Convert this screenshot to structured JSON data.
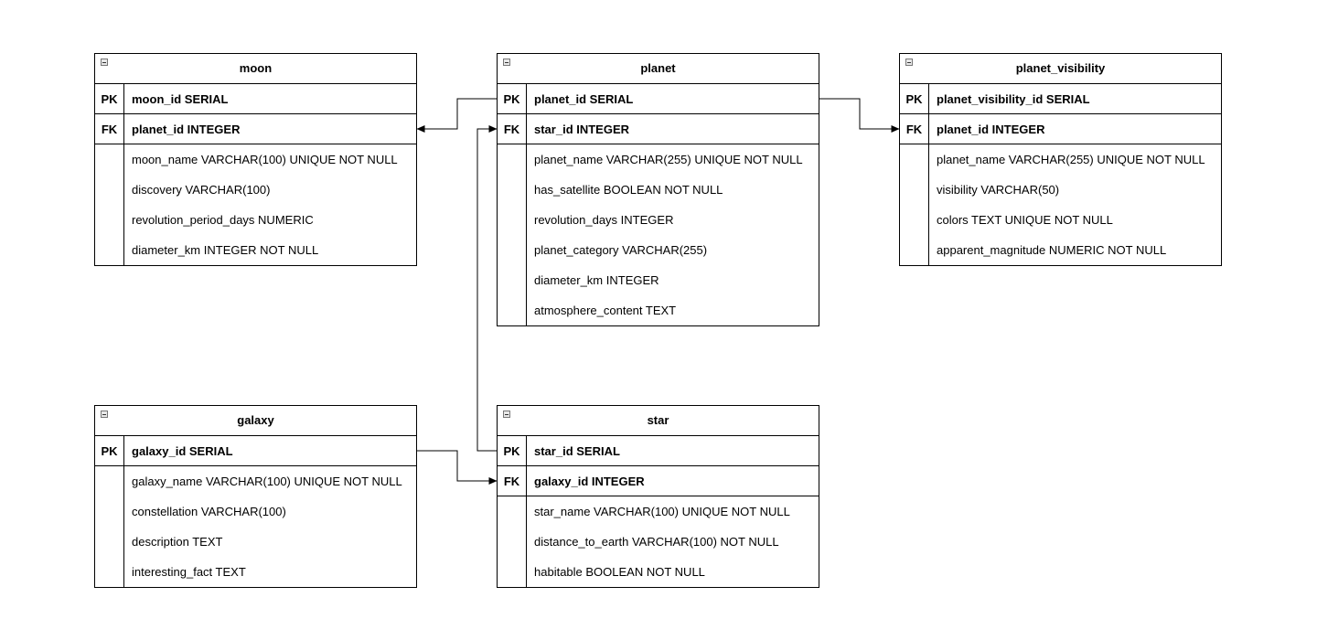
{
  "tables": [
    {
      "id": "moon",
      "name": "moon",
      "keys": [
        {
          "key": "PK",
          "field": "moon_id SERIAL"
        },
        {
          "key": "FK",
          "field": "planet_id INTEGER"
        }
      ],
      "attrs": [
        "moon_name VARCHAR(100) UNIQUE NOT NULL",
        "discovery VARCHAR(100)",
        "revolution_period_days NUMERIC",
        "diameter_km INTEGER NOT NULL"
      ]
    },
    {
      "id": "planet",
      "name": "planet",
      "keys": [
        {
          "key": "PK",
          "field": "planet_id SERIAL"
        },
        {
          "key": "FK",
          "field": "star_id INTEGER"
        }
      ],
      "attrs": [
        "planet_name VARCHAR(255) UNIQUE NOT NULL",
        "has_satellite BOOLEAN NOT NULL",
        "revolution_days INTEGER",
        "planet_category VARCHAR(255)",
        "diameter_km INTEGER",
        "atmosphere_content TEXT"
      ]
    },
    {
      "id": "planet_visibility",
      "name": "planet_visibility",
      "keys": [
        {
          "key": "PK",
          "field": "planet_visibility_id SERIAL"
        },
        {
          "key": "FK",
          "field": "planet_id INTEGER"
        }
      ],
      "attrs": [
        "planet_name VARCHAR(255) UNIQUE NOT NULL",
        "visibility VARCHAR(50)",
        "colors TEXT UNIQUE NOT NULL",
        "apparent_magnitude NUMERIC NOT NULL"
      ]
    },
    {
      "id": "galaxy",
      "name": "galaxy",
      "keys": [
        {
          "key": "PK",
          "field": "galaxy_id SERIAL"
        }
      ],
      "attrs": [
        "galaxy_name VARCHAR(100) UNIQUE NOT NULL",
        "constellation VARCHAR(100)",
        "description TEXT",
        "interesting_fact TEXT"
      ]
    },
    {
      "id": "star",
      "name": "star",
      "keys": [
        {
          "key": "PK",
          "field": "star_id SERIAL"
        },
        {
          "key": "FK",
          "field": "galaxy_id INTEGER"
        }
      ],
      "attrs": [
        "star_name VARCHAR(100) UNIQUE NOT NULL",
        "distance_to_earth VARCHAR(100) NOT NULL",
        "habitable BOOLEAN NOT NULL"
      ]
    }
  ],
  "relations": [
    {
      "from": "planet.planet_id",
      "to": "moon.planet_id"
    },
    {
      "from": "planet.planet_id",
      "to": "planet_visibility.planet_id"
    },
    {
      "from": "star.star_id",
      "to": "planet.star_id"
    },
    {
      "from": "galaxy.galaxy_id",
      "to": "star.galaxy_id"
    }
  ],
  "colors": {
    "line": "#000000",
    "background": "#ffffff",
    "collapse_box": "#e8e8e8"
  }
}
